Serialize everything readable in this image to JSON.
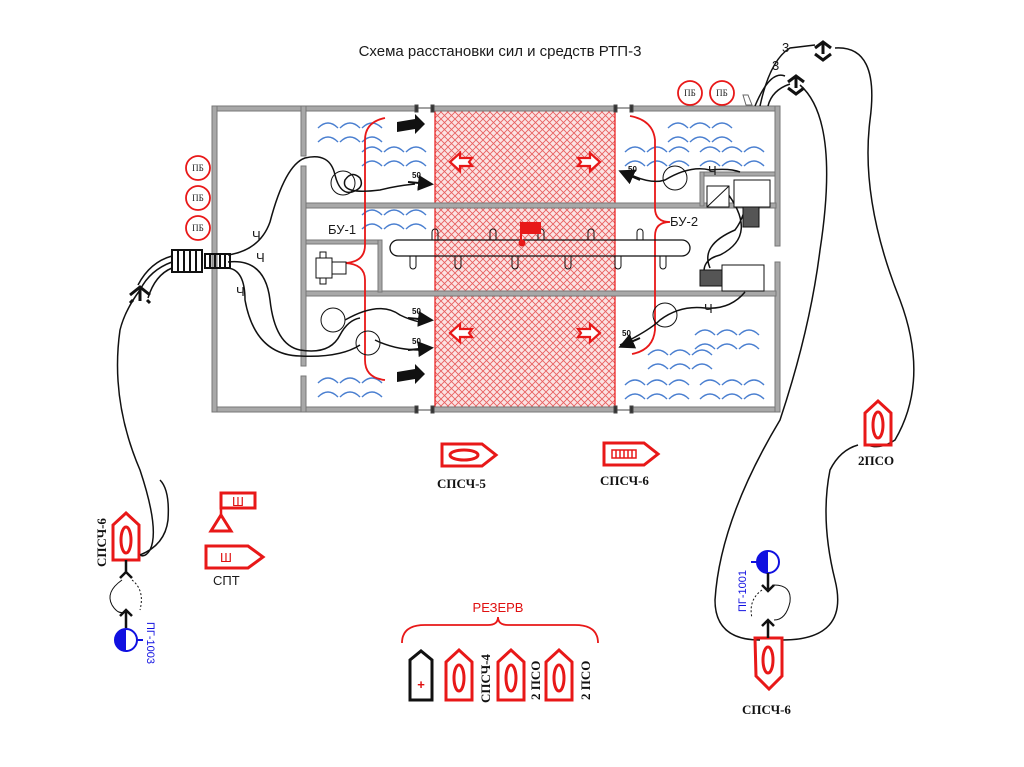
{
  "title": "Схема расстановки сил и средств РТП-3",
  "sectors": {
    "bu1": "БУ-1",
    "bu2": "БУ-2"
  },
  "nozzle_labels": {
    "hose_diameter": "50",
    "branch": "Ч"
  },
  "hose_labels": {
    "top_right_1": "3",
    "top_right_2": "3"
  },
  "posts": {
    "left": [
      "ПБ",
      "ПБ",
      "ПБ"
    ],
    "top": [
      "ПБ",
      "ПБ"
    ]
  },
  "vehicles": {
    "spsch5": "СПСЧ-5",
    "spsch6_center": "СПСЧ-6",
    "spsch6_left": "СПСЧ-6",
    "spsch6_right": "СПСЧ-6",
    "pso2_right": "2ПСО",
    "spt": "СПТ",
    "spt_symbol": "Ш"
  },
  "hydrants": {
    "left": "ПГ-1003",
    "right": "ПГ-1001"
  },
  "reserve": {
    "label": "РЕЗЕРВ",
    "units": [
      "СПСЧ-4",
      "2 ПСО",
      "2 ПСО"
    ],
    "medical_symbol": "+"
  },
  "colors": {
    "fire_red": "#e81818",
    "water_blue": "#4a7fd0",
    "hydrant_blue": "#1010e0",
    "wall_gray": "#a8a8a8"
  }
}
